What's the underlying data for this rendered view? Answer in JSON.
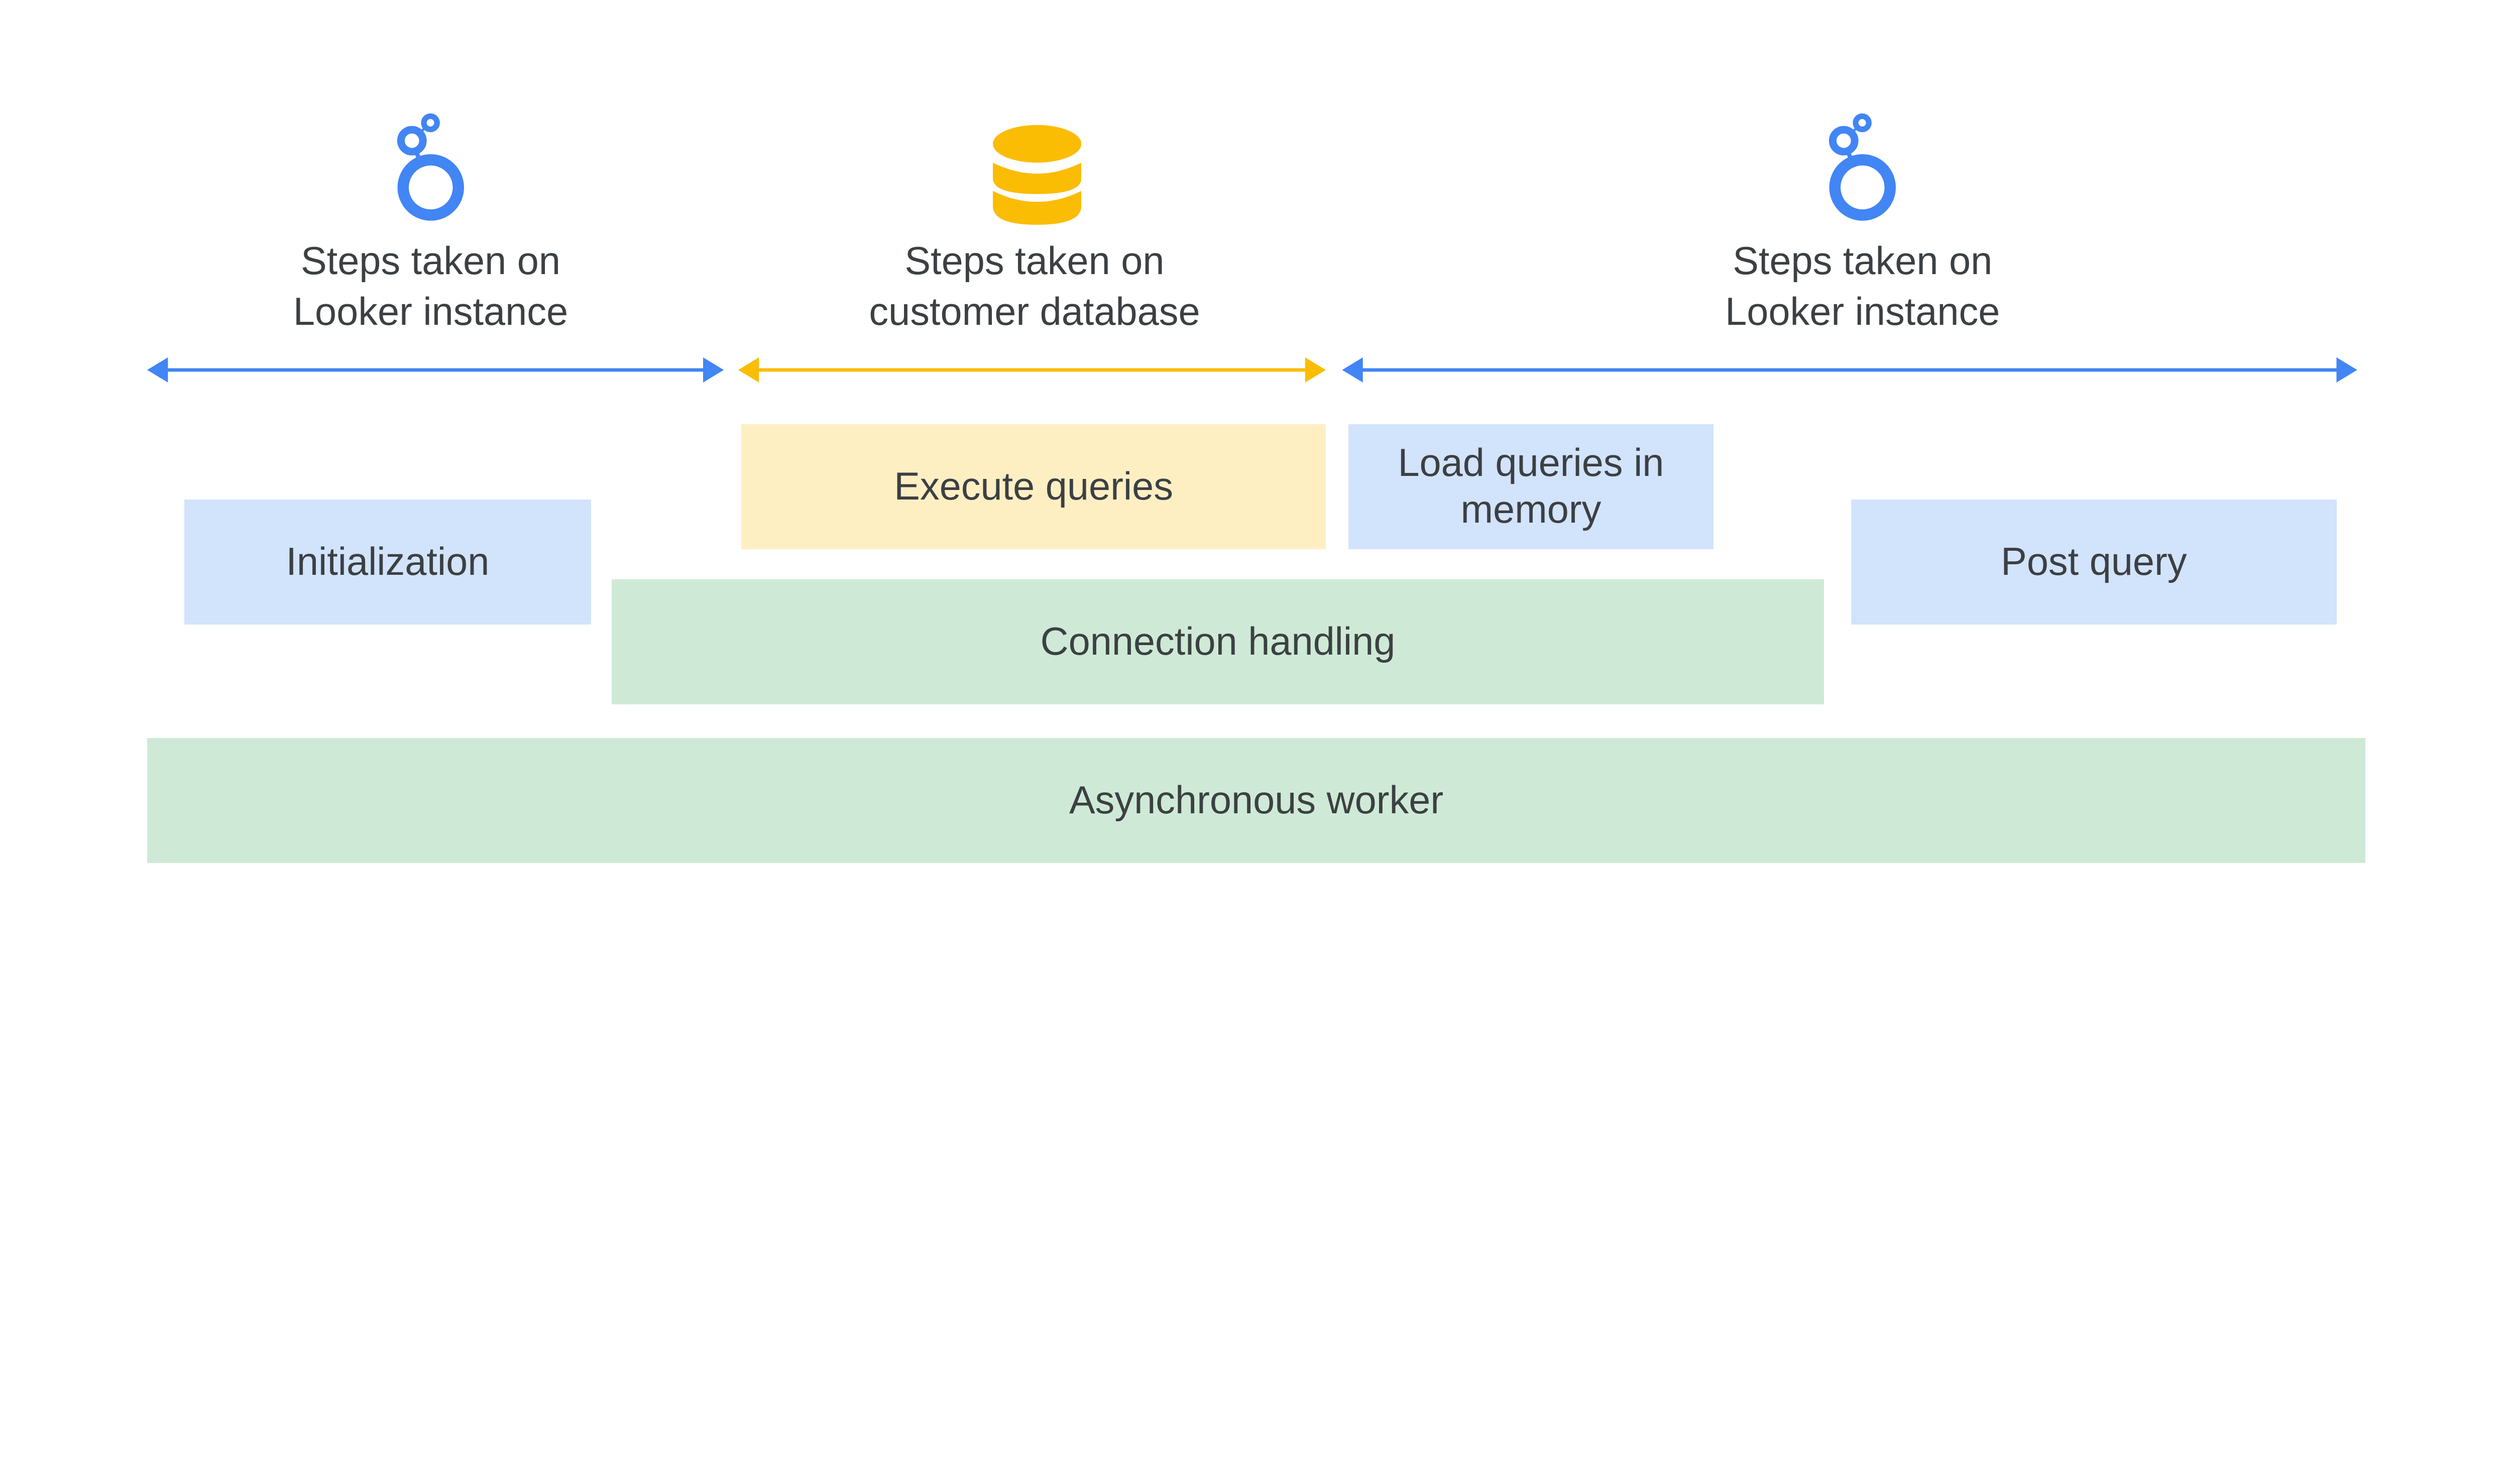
{
  "colors": {
    "looker_blue": "#4285f4",
    "db_yellow": "#fbbc04",
    "blue_box": "#d2e3fc",
    "yellow_box": "#feefc3",
    "green_box": "#ceead6",
    "text": "#3c4043"
  },
  "sections": [
    {
      "icon": "looker-logo-icon",
      "line1": "Steps taken on",
      "line2": "Looker instance"
    },
    {
      "icon": "database-icon",
      "line1": "Steps taken on",
      "line2": "customer database"
    },
    {
      "icon": "looker-logo-icon",
      "line1": "Steps taken on",
      "line2": "Looker instance"
    }
  ],
  "boxes": {
    "initialization": "Initialization",
    "execute_queries": "Execute queries",
    "load_queries": "Load queries in memory",
    "post_query": "Post query",
    "connection_handling": "Connection handling",
    "asynchronous_worker": "Asynchronous worker"
  }
}
